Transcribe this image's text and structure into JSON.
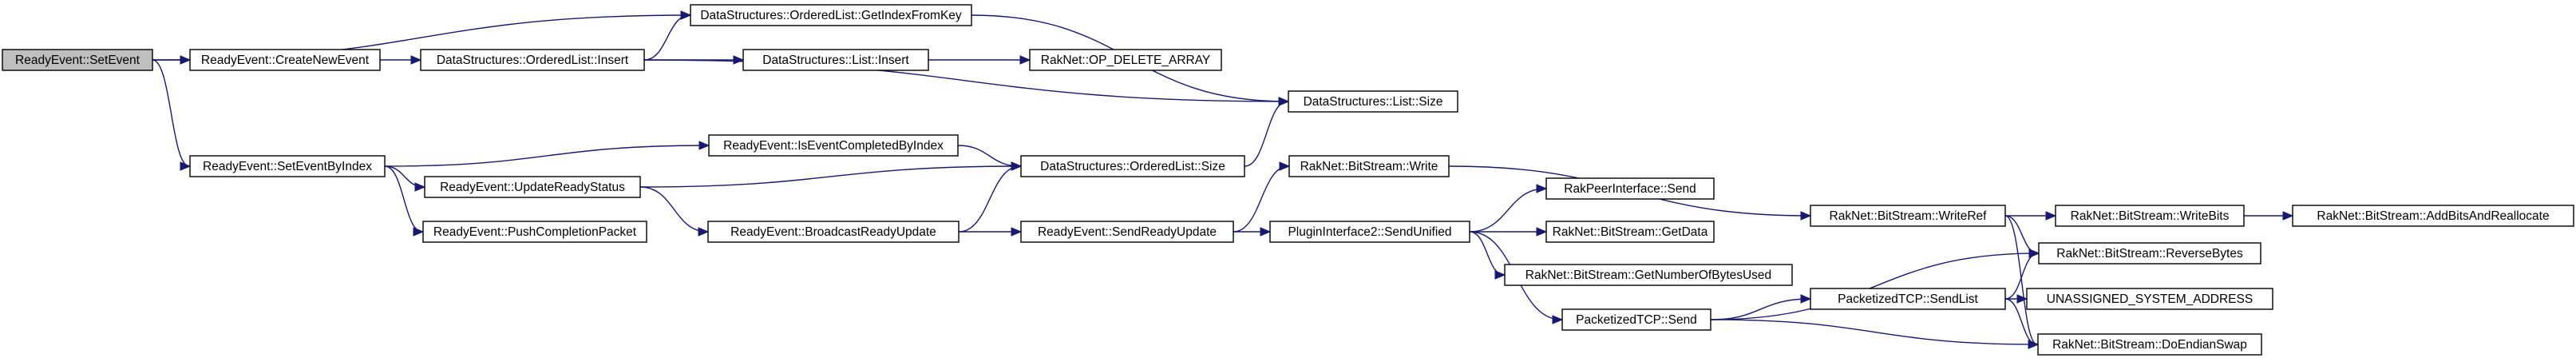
{
  "colors": {
    "edge": "#191970",
    "root_fill": "#bfbfbf",
    "node_fill": "#ffffff",
    "node_border": "#000000"
  },
  "graph": {
    "nodes": [
      {
        "id": "n0",
        "label": "ReadyEvent::SetEvent",
        "root": true
      },
      {
        "id": "n1",
        "label": "ReadyEvent::CreateNewEvent"
      },
      {
        "id": "n2",
        "label": "DataStructures::OrderedList::Insert"
      },
      {
        "id": "n3",
        "label": "DataStructures::OrderedList::GetIndexFromKey"
      },
      {
        "id": "n4",
        "label": "DataStructures::List::Insert"
      },
      {
        "id": "n5",
        "label": "RakNet::OP_DELETE_ARRAY"
      },
      {
        "id": "n6",
        "label": "DataStructures::List::Size"
      },
      {
        "id": "n7",
        "label": "ReadyEvent::SetEventByIndex"
      },
      {
        "id": "n8",
        "label": "ReadyEvent::IsEventCompletedByIndex"
      },
      {
        "id": "n9",
        "label": "ReadyEvent::UpdateReadyStatus"
      },
      {
        "id": "n10",
        "label": "DataStructures::OrderedList::Size"
      },
      {
        "id": "n11",
        "label": "ReadyEvent::PushCompletionPacket"
      },
      {
        "id": "n12",
        "label": "ReadyEvent::BroadcastReadyUpdate"
      },
      {
        "id": "n13",
        "label": "ReadyEvent::SendReadyUpdate"
      },
      {
        "id": "n14",
        "label": "RakNet::BitStream::Write"
      },
      {
        "id": "n15",
        "label": "PluginInterface2::SendUnified"
      },
      {
        "id": "n16",
        "label": "RakPeerInterface::Send"
      },
      {
        "id": "n17",
        "label": "RakNet::BitStream::GetData"
      },
      {
        "id": "n18",
        "label": "RakNet::BitStream::GetNumberOfBytesUsed"
      },
      {
        "id": "n19",
        "label": "PacketizedTCP::Send"
      },
      {
        "id": "n20",
        "label": "RakNet::BitStream::WriteRef"
      },
      {
        "id": "n21",
        "label": "RakNet::BitStream::WriteBits"
      },
      {
        "id": "n22",
        "label": "RakNet::BitStream::AddBitsAndReallocate"
      },
      {
        "id": "n23",
        "label": "RakNet::BitStream::ReverseBytes"
      },
      {
        "id": "n24",
        "label": "PacketizedTCP::SendList"
      },
      {
        "id": "n25",
        "label": "UNASSIGNED_SYSTEM_ADDRESS"
      },
      {
        "id": "n26",
        "label": "RakNet::BitStream::DoEndianSwap"
      }
    ],
    "edges": [
      [
        "n0",
        "n1"
      ],
      [
        "n0",
        "n3"
      ],
      [
        "n0",
        "n7"
      ],
      [
        "n1",
        "n2"
      ],
      [
        "n2",
        "n3"
      ],
      [
        "n2",
        "n4"
      ],
      [
        "n2",
        "n6"
      ],
      [
        "n4",
        "n5"
      ],
      [
        "n3",
        "n6"
      ],
      [
        "n7",
        "n8"
      ],
      [
        "n7",
        "n9"
      ],
      [
        "n7",
        "n11"
      ],
      [
        "n8",
        "n10"
      ],
      [
        "n9",
        "n10"
      ],
      [
        "n9",
        "n12"
      ],
      [
        "n10",
        "n6"
      ],
      [
        "n12",
        "n10"
      ],
      [
        "n12",
        "n13"
      ],
      [
        "n13",
        "n14"
      ],
      [
        "n13",
        "n15"
      ],
      [
        "n14",
        "n20"
      ],
      [
        "n15",
        "n16"
      ],
      [
        "n15",
        "n17"
      ],
      [
        "n15",
        "n18"
      ],
      [
        "n15",
        "n19"
      ],
      [
        "n19",
        "n23"
      ],
      [
        "n19",
        "n24"
      ],
      [
        "n19",
        "n26"
      ],
      [
        "n20",
        "n21"
      ],
      [
        "n20",
        "n23"
      ],
      [
        "n20",
        "n26"
      ],
      [
        "n21",
        "n22"
      ],
      [
        "n24",
        "n23"
      ],
      [
        "n24",
        "n25"
      ],
      [
        "n24",
        "n26"
      ]
    ]
  }
}
